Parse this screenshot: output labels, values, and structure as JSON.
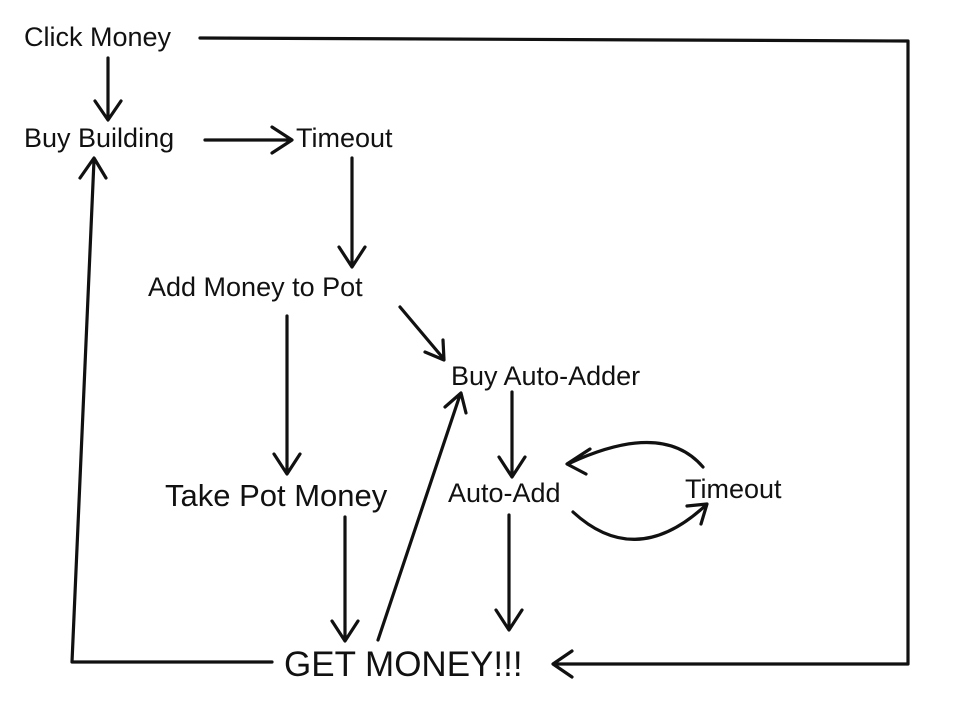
{
  "nodes": {
    "click_money": "Click Money",
    "buy_building": "Buy Building",
    "timeout_top": "Timeout",
    "add_money_to_pot": "Add Money to Pot",
    "buy_auto_adder": "Buy Auto-Adder",
    "take_pot_money": "Take Pot Money",
    "auto_add": "Auto-Add",
    "timeout_loop": "Timeout",
    "get_money": "GET MONEY!!!"
  },
  "edges": [
    {
      "from": "Click Money",
      "to": "Buy Building"
    },
    {
      "from": "Click Money",
      "to": "GET MONEY!!!"
    },
    {
      "from": "Buy Building",
      "to": "Timeout"
    },
    {
      "from": "Timeout",
      "to": "Add Money to Pot"
    },
    {
      "from": "Add Money to Pot",
      "to": "Buy Auto-Adder"
    },
    {
      "from": "Add Money to Pot",
      "to": "Take Pot Money"
    },
    {
      "from": "Take Pot Money",
      "to": "GET MONEY!!!"
    },
    {
      "from": "GET MONEY!!!",
      "to": "Buy Auto-Adder"
    },
    {
      "from": "GET MONEY!!!",
      "to": "Buy Building"
    },
    {
      "from": "Buy Auto-Adder",
      "to": "Auto-Add"
    },
    {
      "from": "Auto-Add",
      "to": "GET MONEY!!!"
    },
    {
      "from": "Auto-Add",
      "to": "Timeout"
    },
    {
      "from": "Timeout",
      "to": "Auto-Add"
    }
  ],
  "colors": {
    "ink": "#111111",
    "background": "#ffffff"
  }
}
